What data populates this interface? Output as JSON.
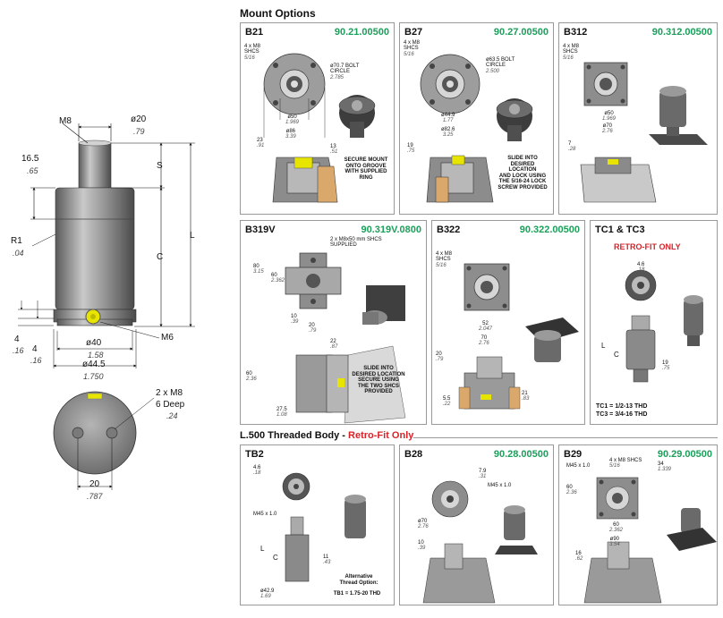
{
  "section_titles": {
    "mount_options": "Mount Options",
    "threaded_body_main": "L.500 Threaded Body - ",
    "threaded_body_accent": "Retro-Fit Only"
  },
  "accent_red": "#d8232a",
  "part_green": "#1aa05a",
  "main_drawing": {
    "m8": "M8",
    "dia20": "ø20",
    "dia20_in": ".79",
    "h16_5": "16.5",
    "h16_5_in": ".65",
    "s": "S",
    "c": "C",
    "l": "L",
    "r1": "R1",
    "r1_in": ".04",
    "m6": "M6",
    "d4a": "4",
    "d4a_in": ".16",
    "d4b": "4",
    "d4b_in": ".16",
    "dia40": "ø40",
    "dia40_in": "1.58",
    "dia44_5": "ø44.5",
    "dia44_5_in": "1.750",
    "holes": "2 x M8",
    "holes_deep": "6 Deep",
    "holes_deep_in": ".24",
    "spacing": "20",
    "spacing_in": ".787"
  },
  "panels": {
    "b21": {
      "name": "B21",
      "part": "90.21.00500",
      "shcs": "4 x M8",
      "shcs2": "SHCS",
      "shcs_in": "5/16",
      "bolt": "ø70.7 BOLT",
      "bolt2": "CIRCLE",
      "bolt_in": "2.785",
      "d50": "ø50",
      "d50_in": "1.969",
      "d86": "ø86",
      "d86_in": "3.39",
      "h23": "23",
      "h23_in": ".91",
      "h13": "13",
      "h13_in": ".51",
      "note": "SECURE MOUNT\nONTO GROOVE\nWITH SUPPLIED\nRING"
    },
    "b27": {
      "name": "B27",
      "part": "90.27.00500",
      "shcs": "4 x M8",
      "shcs2": "SHCS",
      "shcs_in": "5/16",
      "bolt": "ø63.5 BOLT",
      "bolt2": "CIRCLE",
      "bolt_in": "2.500",
      "d44": "ø44.9",
      "d44_in": "1.77",
      "d82": "ø82.6",
      "d82_in": "3.25",
      "h19": "19",
      "h19_in": ".75",
      "note": "SLIDE INTO\nDESIRED\nLOCATION\nAND LOCK USING\nTHE 5/16-24 LOCK\nSCREW PROVIDED"
    },
    "b312": {
      "name": "B312",
      "part": "90.312.00500",
      "shcs": "4 x M8",
      "shcs2": "SHCS",
      "shcs_in": "5/16",
      "d50": "ø50",
      "d50_in": "1.969",
      "d70": "ø70",
      "d70_in": "2.76",
      "h7": "7",
      "h7_in": ".28"
    },
    "b319v": {
      "name": "B319V",
      "part": "90.319V.0800",
      "shcs": "2 x M8x50 mm SHCS",
      "shcs2": "SUPPLIED",
      "h80": "80",
      "h80_in": "3.15",
      "w60": "60",
      "w60_in": "2.362",
      "w10": "10",
      "w10_in": ".39",
      "w20": "20",
      "w20_in": ".79",
      "h22": "22",
      "h22_in": ".87",
      "h60": "60",
      "h60_in": "2.36",
      "h27_5": "27.5",
      "h27_5_in": "1.08",
      "note": "SLIDE INTO\nDESIRED LOCATION\nSECURE USING\nTHE TWO SHCS\nPROVIDED"
    },
    "b322": {
      "name": "B322",
      "part": "90.322.00500",
      "shcs": "4 x M8",
      "shcs2": "SHCS",
      "shcs_in": "5/16",
      "w52": "52",
      "w52_in": "2.047",
      "w70": "70",
      "w70_in": "2.76",
      "h20": "20",
      "h20_in": ".79",
      "h5_5": "5.5",
      "h5_5_in": ".22",
      "h21": "21",
      "h21_in": ".83"
    },
    "tc1": {
      "name": "TC1 & TC3",
      "retro": "RETRO-FIT ONLY",
      "d4_6": "4.6",
      "d4_6_in": ".18",
      "l": "L",
      "c": "C",
      "h19": "19",
      "h19_in": ".75",
      "tc1": "TC1 = 1/2-13 THD",
      "tc3": "TC3 = 3/4-16 THD"
    },
    "tb2": {
      "name": "TB2",
      "d4_6": "4.6",
      "d4_6_in": ".18",
      "thread": "M45 x 1.0",
      "l": "L",
      "c": "C",
      "h11": "11",
      "h11_in": ".43",
      "d42": "ø42.9",
      "d42_in": "1.69",
      "alt": "Alternative\nThread Option:",
      "alt2": "TB1 = 1.75-20 THD"
    },
    "b28": {
      "name": "B28",
      "part": "90.28.00500",
      "w7_9": "7.9",
      "w7_9_in": ".31",
      "thread": "M45 x 1.0",
      "d70": "ø70",
      "d70_in": "2.76",
      "h10": "10",
      "h10_in": ".39"
    },
    "b29": {
      "name": "B29",
      "part": "90.29.00500",
      "thread": "M45 x 1.0",
      "shcs": "4 x M8 SHCS",
      "shcs_in": "5/16",
      "w34": "34",
      "w34_in": "1.339",
      "h60": "60",
      "h60_in": "2.36",
      "w60": "60",
      "w60_in": "2.362",
      "d90": "ø90",
      "d90_in": "3.54",
      "h16": "16",
      "h16_in": ".62"
    }
  }
}
